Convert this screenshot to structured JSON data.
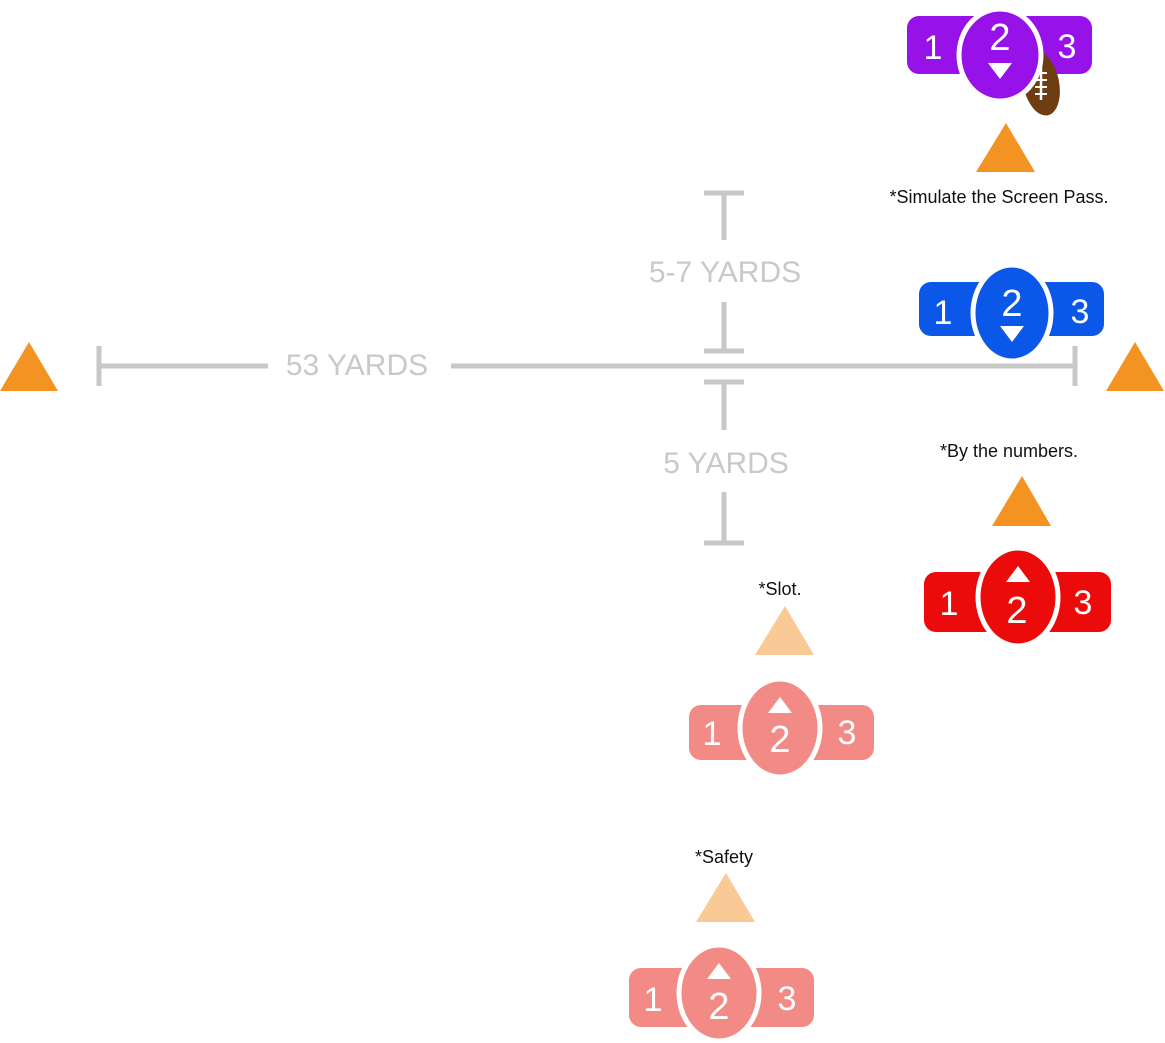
{
  "colors": {
    "cone": "#f39322",
    "cone_light": "#f9c996",
    "measure": "#c8c8c8",
    "purple": "#9712e8",
    "blue": "#0a57e8",
    "red": "#ec0b0b",
    "pink": "#f28a86",
    "football": "#6e3d12"
  },
  "measurements": {
    "width_label": "53 YARDS",
    "depth_top_label": "5-7 YARDS",
    "depth_bottom_label": "5 YARDS"
  },
  "notes": {
    "screen_pass": "*Simulate the Screen Pass.",
    "by_numbers": "*By the numbers.",
    "slot": "*Slot.",
    "safety": "*Safety"
  },
  "players": {
    "purple": {
      "left": "1",
      "center": "2",
      "right": "3",
      "arrow": "down",
      "has_football": true
    },
    "blue": {
      "left": "1",
      "center": "2",
      "right": "3",
      "arrow": "down"
    },
    "red": {
      "left": "1",
      "center": "2",
      "right": "3",
      "arrow": "up"
    },
    "slot": {
      "left": "1",
      "center": "2",
      "right": "3",
      "arrow": "up"
    },
    "safety": {
      "left": "1",
      "center": "2",
      "right": "3",
      "arrow": "up"
    }
  }
}
